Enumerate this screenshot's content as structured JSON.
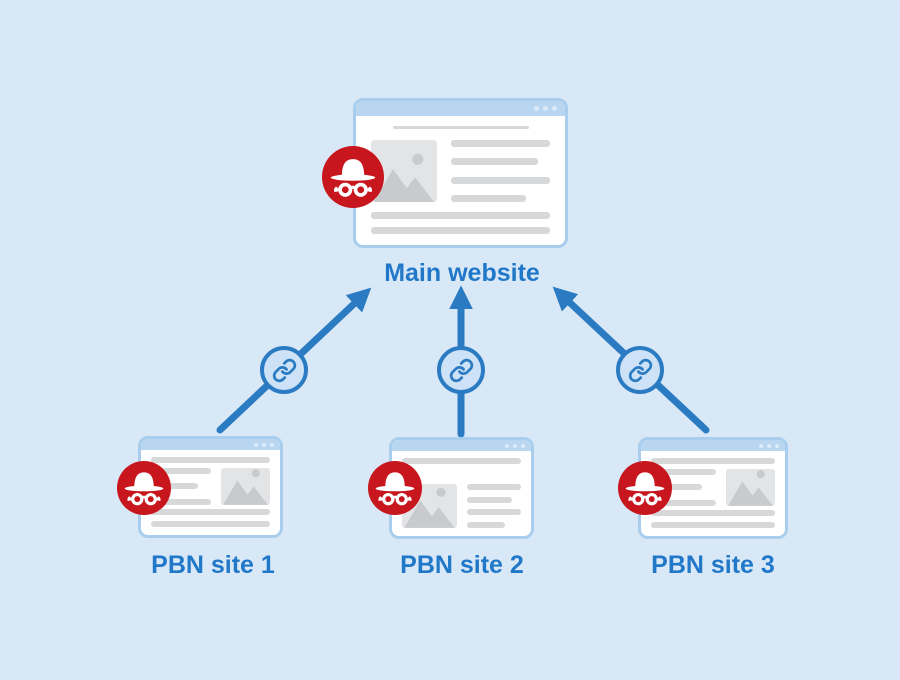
{
  "diagram": {
    "type": "pbn-link-scheme",
    "background_color": "#d8e8f7",
    "colors": {
      "accent_blue": "#2b7bc3",
      "label_blue": "#2178c8",
      "spy_red": "#c8161e",
      "window_border": "#a9cdec",
      "window_bar": "#b8d6f0",
      "placeholder_gray": "#d7d8da",
      "image_placeholder_bg": "#e3e4e6",
      "image_placeholder_glyph": "#c9cacd"
    },
    "main_node": {
      "label": "Main website",
      "icon": "incognito-spy-icon",
      "window_icon": "browser-window"
    },
    "pbn_nodes": [
      {
        "label": "PBN site 1",
        "icon": "incognito-spy-icon"
      },
      {
        "label": "PBN site 2",
        "icon": "incognito-spy-icon"
      },
      {
        "label": "PBN site 3",
        "icon": "incognito-spy-icon"
      }
    ],
    "links": [
      {
        "from": "PBN site 1",
        "to": "Main website",
        "icon": "chain-link-icon",
        "direction": "up-right"
      },
      {
        "from": "PBN site 2",
        "to": "Main website",
        "icon": "chain-link-icon",
        "direction": "up"
      },
      {
        "from": "PBN site 3",
        "to": "Main website",
        "icon": "chain-link-icon",
        "direction": "up-left"
      }
    ]
  }
}
